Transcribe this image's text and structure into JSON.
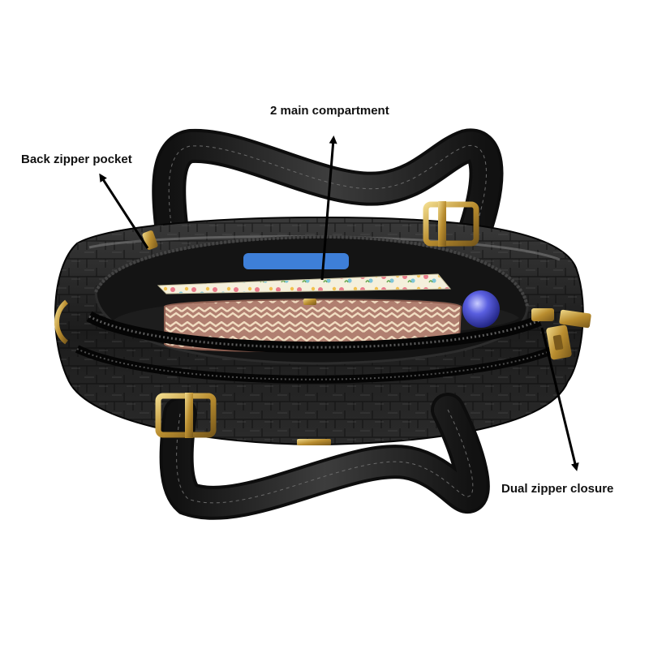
{
  "callouts": {
    "main_compartment": "2 main compartment",
    "back_pocket": "Back zipper pocket",
    "dual_zipper": "Dual zipper closure"
  },
  "colors": {
    "background": "#ffffff",
    "leather": "#1c1c1c",
    "hardware": "#c9a34a",
    "label_text": "#111111"
  }
}
